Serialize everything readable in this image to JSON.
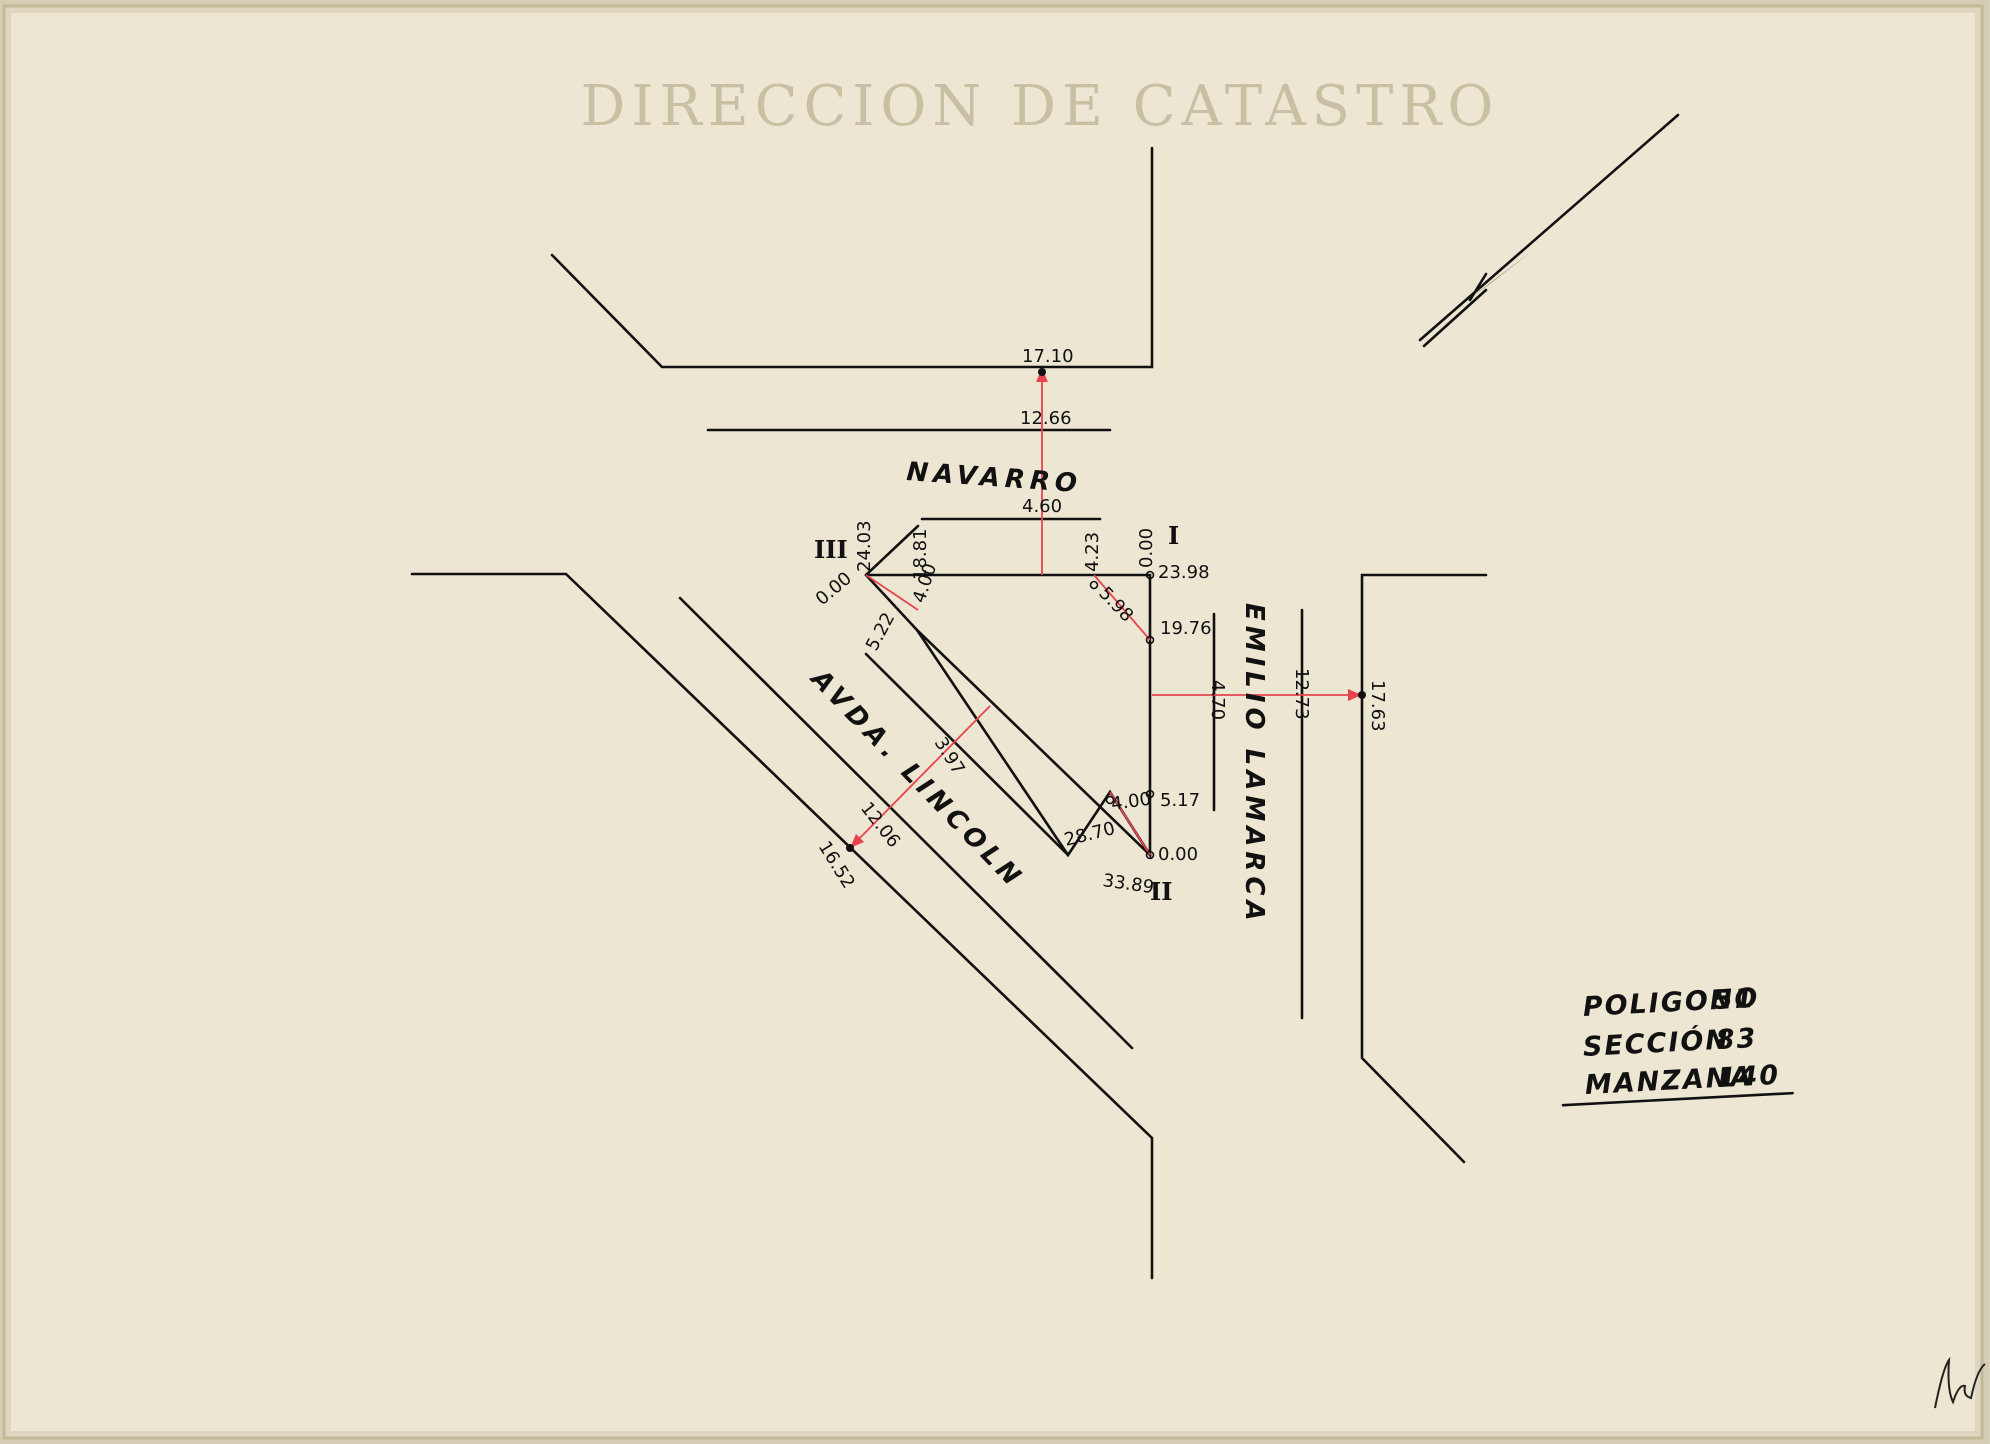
{
  "faded_header": "DIRECCION DE CATASTRO",
  "streets": {
    "north": "NAVARRO",
    "east": "EMILIO LAMARCA",
    "southwest": "AVDA. LINCOLN"
  },
  "vertices": {
    "one": "I",
    "two": "II",
    "three": "III"
  },
  "measurements": {
    "m_17_10": "17.10",
    "m_12_66": "12.66",
    "m_4_60": "4.60",
    "m_24_03": "24.03",
    "m_18_81": "18.81",
    "m_4_23": "4.23",
    "m_0_00_top": "0.00",
    "m_23_98": "23.98",
    "m_5_98": "5.98",
    "m_19_76": "19.76",
    "m_0_00_left": "0.00",
    "m_4_00_left": "4.00",
    "m_5_22": "5.22",
    "m_3_97": "3.97",
    "m_12_06": "12.06",
    "m_16_52": "16.52",
    "m_4_70": "4.70",
    "m_12_73": "12.73",
    "m_17_63": "17.63",
    "m_4_00_bottom": "4.00",
    "m_5_17": "5.17",
    "m_28_70": "28.70",
    "m_33_89": "33.89",
    "m_0_00_bottom": "0.00"
  },
  "legend": {
    "poligono_label": "POLIGONO",
    "poligono_value": "51",
    "seccion_label": "SECCIÓN",
    "seccion_value": "83",
    "manzana_label": "MANZANA",
    "manzana_value": "140"
  },
  "colors": {
    "paper": "#ece6d2",
    "ink": "#111111",
    "red_line": "#e8434f"
  }
}
